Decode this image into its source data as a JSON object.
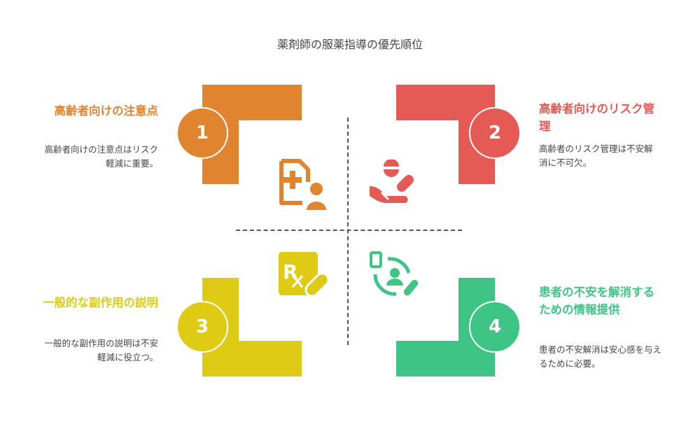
{
  "title": "薬剤師の服薬指導の優先順位",
  "colors": {
    "orange": "#E08430",
    "red": "#E55A55",
    "yellow": "#DFCB16",
    "green": "#3EC585"
  },
  "items": [
    {
      "number": "1",
      "heading": "高齢者向けの注意点",
      "description": "高齢者向けの注意点はリスク軽減に重要。",
      "icon": "medical-document-user-icon"
    },
    {
      "number": "2",
      "heading": "高齢者向けのリスク管理",
      "description": "高齢者のリスク管理は不安解消に不可欠。",
      "icon": "hand-pills-icon"
    },
    {
      "number": "3",
      "heading": "一般的な副作用の説明",
      "description": "一般的な副作用の説明は不安軽減に役立つ。",
      "icon": "prescription-rx-icon"
    },
    {
      "number": "4",
      "heading": "患者の不安を解消するための情報提供",
      "description": "患者の不安解消は安心感を与えるために必要。",
      "icon": "patient-info-cycle-icon"
    }
  ]
}
